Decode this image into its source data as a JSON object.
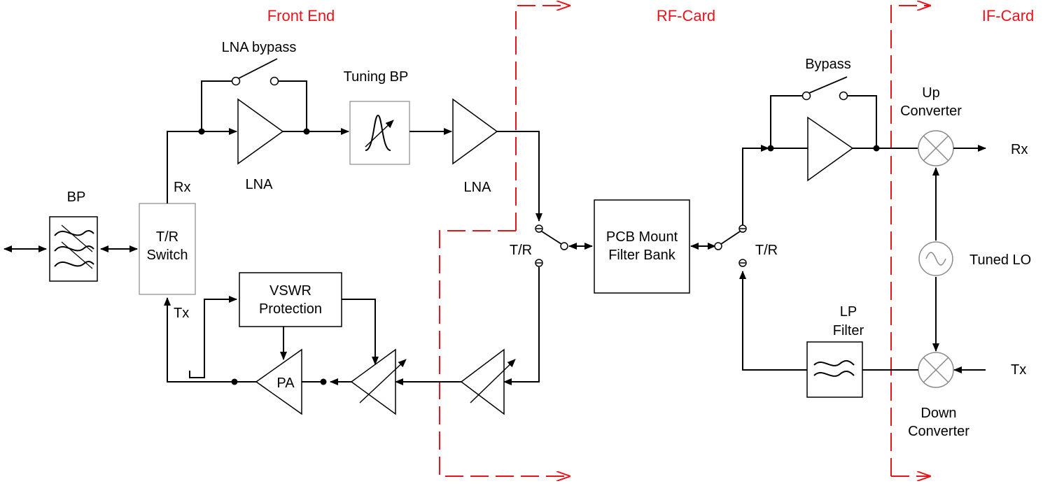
{
  "sections": {
    "front_end": "Front End",
    "rf_card": "RF-Card",
    "if_card": "IF-Card"
  },
  "labels": {
    "lna_bypass": "LNA bypass",
    "tuning_bp": "Tuning BP",
    "lna_1": "LNA",
    "lna_2": "LNA",
    "bp": "BP",
    "rx_tr": "Rx",
    "tr_switch_line1": "T/R",
    "tr_switch_line2": "Switch",
    "tx_tr": "Tx",
    "vswr_line1": "VSWR",
    "vswr_line2": "Protection",
    "pa": "PA",
    "tr_left": "T/R",
    "pcb_line1": "PCB Mount",
    "pcb_line2": "Filter Bank",
    "tr_right": "T/R",
    "bypass": "Bypass",
    "up_conv_line1": "Up",
    "up_conv_line2": "Converter",
    "rx_out": "Rx",
    "tuned_lo": "Tuned LO",
    "lp_line1": "LP",
    "lp_line2": "Filter",
    "tx_in": "Tx",
    "down_conv_line1": "Down",
    "down_conv_line2": "Converter"
  },
  "colors": {
    "section_boundary": "#e8141b",
    "line": "#000000",
    "component_outline_grey": "#8a8a8a"
  }
}
